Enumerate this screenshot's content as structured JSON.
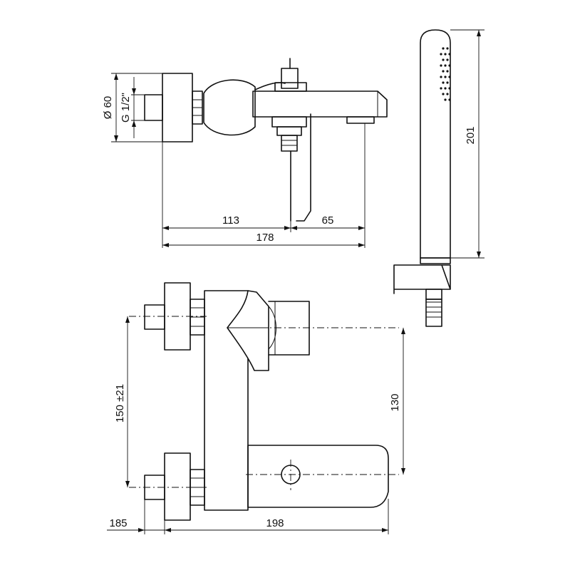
{
  "dimensions": {
    "diameter": "Ø 60",
    "thread": "G 1/2\"",
    "len_113": "113",
    "len_65": "65",
    "len_178": "178",
    "len_201": "201",
    "len_150": "150 ±21",
    "len_130": "130",
    "len_185": "185",
    "len_198": "198"
  }
}
